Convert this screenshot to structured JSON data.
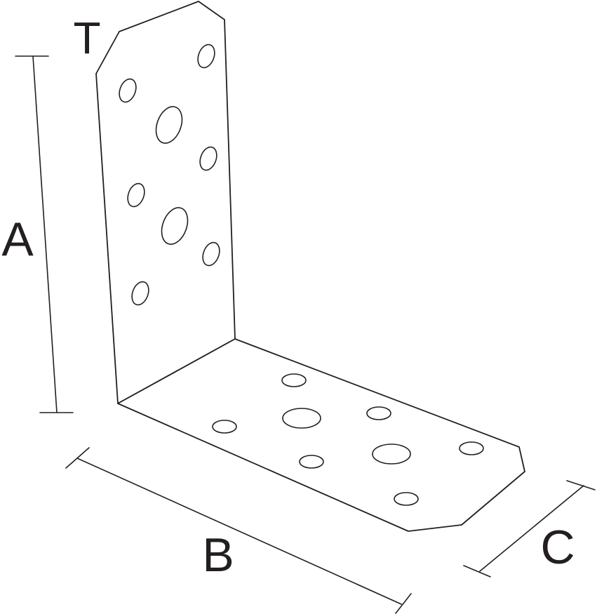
{
  "labels": {
    "thickness": "T",
    "height": "A",
    "length": "B",
    "width": "C"
  },
  "colors": {
    "stroke": "#231f20",
    "background": "#ffffff"
  }
}
